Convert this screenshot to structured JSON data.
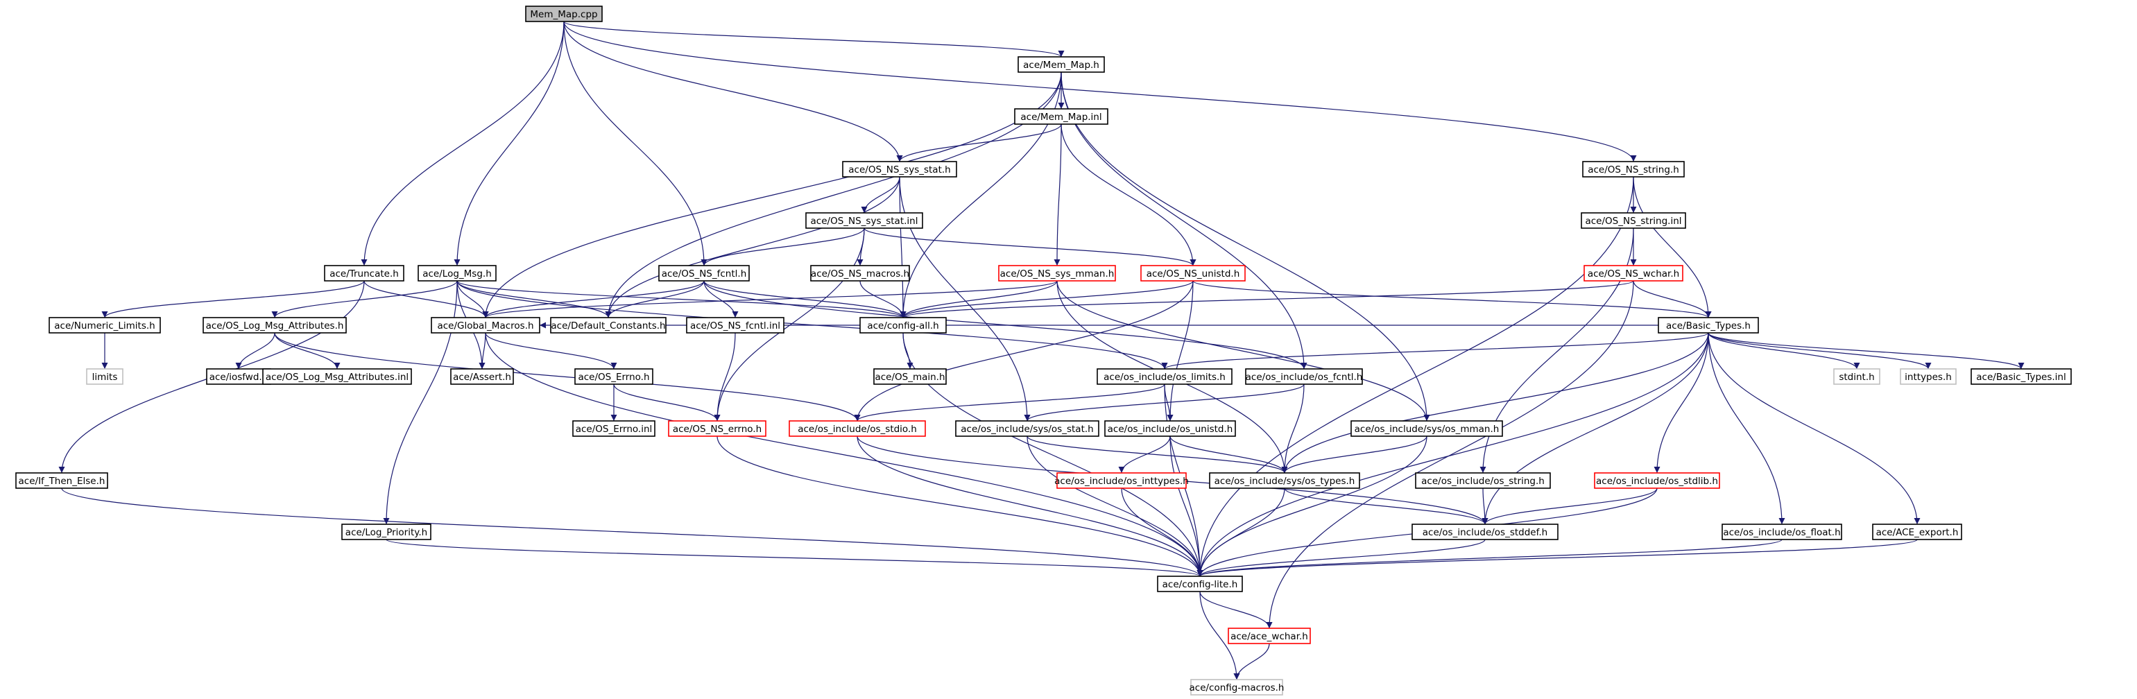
{
  "diagram": {
    "title": "Mem_Map.cpp include dependency graph",
    "edge_color": "#191970",
    "node_border_default": "#000000",
    "node_border_missing": "#ff0000",
    "node_border_system": "#bfbfbf",
    "root_fill": "#bfbfbf",
    "nodes": [
      {
        "id": "mem_map_cpp",
        "label": "Mem_Map.cpp",
        "style": "root"
      },
      {
        "id": "mem_map_h",
        "label": "ace/Mem_Map.h",
        "style": "normal"
      },
      {
        "id": "mem_map_inl",
        "label": "ace/Mem_Map.inl",
        "style": "normal"
      },
      {
        "id": "os_ns_sys_stat_h",
        "label": "ace/OS_NS_sys_stat.h",
        "style": "normal"
      },
      {
        "id": "os_ns_string_h",
        "label": "ace/OS_NS_string.h",
        "style": "normal"
      },
      {
        "id": "os_ns_sys_stat_inl",
        "label": "ace/OS_NS_sys_stat.inl",
        "style": "normal"
      },
      {
        "id": "os_ns_string_inl",
        "label": "ace/OS_NS_string.inl",
        "style": "normal"
      },
      {
        "id": "truncate_h",
        "label": "ace/Truncate.h",
        "style": "normal"
      },
      {
        "id": "log_msg_h",
        "label": "ace/Log_Msg.h",
        "style": "normal"
      },
      {
        "id": "os_ns_fcntl_h",
        "label": "ace/OS_NS_fcntl.h",
        "style": "normal"
      },
      {
        "id": "os_ns_macros_h",
        "label": "ace/OS_NS_macros.h",
        "style": "normal"
      },
      {
        "id": "os_ns_sys_mman_h",
        "label": "ace/OS_NS_sys_mman.h",
        "style": "missing"
      },
      {
        "id": "os_ns_unistd_h",
        "label": "ace/OS_NS_unistd.h",
        "style": "missing"
      },
      {
        "id": "os_ns_wchar_h",
        "label": "ace/OS_NS_wchar.h",
        "style": "missing"
      },
      {
        "id": "numeric_limits_h",
        "label": "ace/Numeric_Limits.h",
        "style": "normal"
      },
      {
        "id": "os_log_msg_attributes_h",
        "label": "ace/OS_Log_Msg_Attributes.h",
        "style": "normal"
      },
      {
        "id": "global_macros_h",
        "label": "ace/Global_Macros.h",
        "style": "normal"
      },
      {
        "id": "default_constants_h",
        "label": "ace/Default_Constants.h",
        "style": "normal"
      },
      {
        "id": "os_ns_fcntl_inl",
        "label": "ace/OS_NS_fcntl.inl",
        "style": "normal"
      },
      {
        "id": "config_all_h",
        "label": "ace/config-all.h",
        "style": "normal"
      },
      {
        "id": "basic_types_h",
        "label": "ace/Basic_Types.h",
        "style": "normal"
      },
      {
        "id": "limits",
        "label": "limits",
        "style": "system"
      },
      {
        "id": "iosfwd_h",
        "label": "ace/iosfwd.h",
        "style": "normal"
      },
      {
        "id": "os_log_msg_attributes_inl",
        "label": "ace/OS_Log_Msg_Attributes.inl",
        "style": "normal"
      },
      {
        "id": "assert_h",
        "label": "ace/Assert.h",
        "style": "normal"
      },
      {
        "id": "os_errno_h",
        "label": "ace/OS_Errno.h",
        "style": "normal"
      },
      {
        "id": "os_main_h",
        "label": "ace/OS_main.h",
        "style": "normal"
      },
      {
        "id": "os_include_os_limits_h",
        "label": "ace/os_include/os_limits.h",
        "style": "normal"
      },
      {
        "id": "os_include_os_fcntl_h",
        "label": "ace/os_include/os_fcntl.h",
        "style": "normal"
      },
      {
        "id": "stdint_h",
        "label": "stdint.h",
        "style": "system"
      },
      {
        "id": "inttypes_h",
        "label": "inttypes.h",
        "style": "system"
      },
      {
        "id": "basic_types_inl",
        "label": "ace/Basic_Types.inl",
        "style": "normal"
      },
      {
        "id": "os_errno_inl",
        "label": "ace/OS_Errno.inl",
        "style": "normal"
      },
      {
        "id": "os_ns_errno_h",
        "label": "ace/OS_NS_errno.h",
        "style": "missing"
      },
      {
        "id": "os_include_os_stdio_h",
        "label": "ace/os_include/os_stdio.h",
        "style": "missing"
      },
      {
        "id": "os_include_sys_os_stat_h",
        "label": "ace/os_include/sys/os_stat.h",
        "style": "normal"
      },
      {
        "id": "os_include_os_unistd_h",
        "label": "ace/os_include/os_unistd.h",
        "style": "normal"
      },
      {
        "id": "os_include_sys_os_mman_h",
        "label": "ace/os_include/sys/os_mman.h",
        "style": "normal"
      },
      {
        "id": "if_then_else_h",
        "label": "ace/If_Then_Else.h",
        "style": "normal"
      },
      {
        "id": "os_include_os_inttypes_h",
        "label": "ace/os_include/os_inttypes.h",
        "style": "missing"
      },
      {
        "id": "os_include_sys_os_types_h",
        "label": "ace/os_include/sys/os_types.h",
        "style": "normal"
      },
      {
        "id": "os_include_os_string_h",
        "label": "ace/os_include/os_string.h",
        "style": "normal"
      },
      {
        "id": "os_include_os_stdlib_h",
        "label": "ace/os_include/os_stdlib.h",
        "style": "missing"
      },
      {
        "id": "log_priority_h",
        "label": "ace/Log_Priority.h",
        "style": "normal"
      },
      {
        "id": "os_include_os_stddef_h",
        "label": "ace/os_include/os_stddef.h",
        "style": "normal"
      },
      {
        "id": "os_include_os_float_h",
        "label": "ace/os_include/os_float.h",
        "style": "normal"
      },
      {
        "id": "ace_export_h",
        "label": "ace/ACE_export.h",
        "style": "normal"
      },
      {
        "id": "config_lite_h",
        "label": "ace/config-lite.h",
        "style": "normal"
      },
      {
        "id": "ace_wchar_h",
        "label": "ace/ace_wchar.h",
        "style": "missing"
      },
      {
        "id": "config_macros_h",
        "label": "ace/config-macros.h",
        "style": "system"
      }
    ],
    "edges": [
      [
        "mem_map_cpp",
        "mem_map_h"
      ],
      [
        "mem_map_cpp",
        "os_ns_sys_stat_h"
      ],
      [
        "mem_map_cpp",
        "os_ns_fcntl_h"
      ],
      [
        "mem_map_cpp",
        "log_msg_h"
      ],
      [
        "mem_map_cpp",
        "truncate_h"
      ],
      [
        "mem_map_cpp",
        "os_ns_string_h"
      ],
      [
        "mem_map_h",
        "mem_map_inl"
      ],
      [
        "mem_map_h",
        "global_macros_h"
      ],
      [
        "mem_map_h",
        "default_constants_h"
      ],
      [
        "mem_map_h",
        "os_include_os_fcntl_h"
      ],
      [
        "mem_map_h",
        "config_all_h"
      ],
      [
        "mem_map_h",
        "os_include_sys_os_mman_h"
      ],
      [
        "mem_map_inl",
        "os_ns_sys_stat_h"
      ],
      [
        "mem_map_inl",
        "os_ns_sys_mman_h"
      ],
      [
        "mem_map_inl",
        "os_ns_unistd_h"
      ],
      [
        "os_ns_sys_stat_h",
        "os_ns_sys_stat_inl"
      ],
      [
        "os_ns_sys_stat_h",
        "config_all_h"
      ],
      [
        "os_ns_sys_stat_h",
        "default_constants_h"
      ],
      [
        "os_ns_sys_stat_h",
        "os_include_sys_os_stat_h"
      ],
      [
        "os_ns_sys_stat_inl",
        "os_ns_fcntl_h"
      ],
      [
        "os_ns_sys_stat_inl",
        "os_ns_macros_h"
      ],
      [
        "os_ns_sys_stat_inl",
        "os_ns_errno_h"
      ],
      [
        "os_ns_sys_stat_inl",
        "os_ns_unistd_h"
      ],
      [
        "os_ns_string_h",
        "os_ns_string_inl"
      ],
      [
        "os_ns_string_h",
        "basic_types_h"
      ],
      [
        "os_ns_string_h",
        "config_lite_h"
      ],
      [
        "os_ns_string_inl",
        "os_ns_wchar_h"
      ],
      [
        "os_ns_string_inl",
        "os_include_os_string_h"
      ],
      [
        "os_ns_wchar_h",
        "basic_types_h"
      ],
      [
        "os_ns_wchar_h",
        "config_all_h"
      ],
      [
        "os_ns_wchar_h",
        "ace_wchar_h"
      ],
      [
        "truncate_h",
        "global_macros_h"
      ],
      [
        "truncate_h",
        "numeric_limits_h"
      ],
      [
        "truncate_h",
        "if_then_else_h"
      ],
      [
        "log_msg_h",
        "global_macros_h"
      ],
      [
        "log_msg_h",
        "default_constants_h"
      ],
      [
        "log_msg_h",
        "os_log_msg_attributes_h"
      ],
      [
        "log_msg_h",
        "log_priority_h"
      ],
      [
        "log_msg_h",
        "assert_h"
      ],
      [
        "log_msg_h",
        "config_all_h"
      ],
      [
        "log_msg_h",
        "os_include_os_limits_h"
      ],
      [
        "os_ns_fcntl_h",
        "os_ns_fcntl_inl"
      ],
      [
        "os_ns_fcntl_h",
        "global_macros_h"
      ],
      [
        "os_ns_fcntl_h",
        "default_constants_h"
      ],
      [
        "os_ns_fcntl_h",
        "config_all_h"
      ],
      [
        "os_ns_fcntl_h",
        "os_include_os_fcntl_h"
      ],
      [
        "os_ns_macros_h",
        "config_all_h"
      ],
      [
        "os_ns_sys_mman_h",
        "config_all_h"
      ],
      [
        "os_ns_sys_mman_h",
        "global_macros_h"
      ],
      [
        "os_ns_sys_mman_h",
        "os_include_sys_os_mman_h"
      ],
      [
        "os_ns_sys_mman_h",
        "os_include_sys_os_types_h"
      ],
      [
        "os_ns_unistd_h",
        "basic_types_h"
      ],
      [
        "os_ns_unistd_h",
        "config_all_h"
      ],
      [
        "os_ns_unistd_h",
        "os_include_os_unistd_h"
      ],
      [
        "os_ns_unistd_h",
        "os_include_os_stdio_h"
      ],
      [
        "numeric_limits_h",
        "limits"
      ],
      [
        "os_log_msg_attributes_h",
        "iosfwd_h"
      ],
      [
        "os_log_msg_attributes_h",
        "os_log_msg_attributes_inl"
      ],
      [
        "os_log_msg_attributes_h",
        "os_include_os_stdio_h"
      ],
      [
        "global_macros_h",
        "assert_h"
      ],
      [
        "global_macros_h",
        "os_errno_h"
      ],
      [
        "global_macros_h",
        "config_lite_h"
      ],
      [
        "os_ns_fcntl_inl",
        "os_ns_errno_h"
      ],
      [
        "config_all_h",
        "os_main_h"
      ],
      [
        "config_all_h",
        "config_lite_h"
      ],
      [
        "basic_types_h",
        "os_include_os_limits_h"
      ],
      [
        "basic_types_h",
        "global_macros_h"
      ],
      [
        "basic_types_h",
        "stdint_h"
      ],
      [
        "basic_types_h",
        "inttypes_h"
      ],
      [
        "basic_types_h",
        "basic_types_inl"
      ],
      [
        "basic_types_h",
        "os_include_os_stdlib_h"
      ],
      [
        "basic_types_h",
        "os_include_os_float_h"
      ],
      [
        "basic_types_h",
        "ace_export_h"
      ],
      [
        "basic_types_h",
        "config_lite_h"
      ],
      [
        "basic_types_h",
        "os_include_sys_os_types_h"
      ],
      [
        "basic_types_h",
        "os_include_os_stddef_h"
      ],
      [
        "os_errno_h",
        "os_errno_inl"
      ],
      [
        "os_errno_h",
        "os_ns_errno_h"
      ],
      [
        "os_include_os_limits_h",
        "os_include_os_stdio_h"
      ],
      [
        "os_include_os_limits_h",
        "os_include_os_unistd_h"
      ],
      [
        "os_include_os_limits_h",
        "config_lite_h"
      ],
      [
        "os_include_os_fcntl_h",
        "os_include_sys_os_stat_h"
      ],
      [
        "os_include_os_fcntl_h",
        "os_include_sys_os_types_h"
      ],
      [
        "os_ns_errno_h",
        "config_lite_h"
      ],
      [
        "os_include_os_stdio_h",
        "config_lite_h"
      ],
      [
        "os_include_os_stdio_h",
        "os_include_os_stddef_h"
      ],
      [
        "os_include_sys_os_stat_h",
        "os_include_sys_os_types_h"
      ],
      [
        "os_include_sys_os_stat_h",
        "config_lite_h"
      ],
      [
        "os_include_os_unistd_h",
        "os_include_os_inttypes_h"
      ],
      [
        "os_include_os_unistd_h",
        "os_include_sys_os_types_h"
      ],
      [
        "os_include_os_unistd_h",
        "config_lite_h"
      ],
      [
        "os_include_sys_os_mman_h",
        "os_include_sys_os_types_h"
      ],
      [
        "os_include_sys_os_mman_h",
        "config_lite_h"
      ],
      [
        "if_then_else_h",
        "config_lite_h"
      ],
      [
        "os_include_os_inttypes_h",
        "config_lite_h"
      ],
      [
        "os_include_sys_os_types_h",
        "os_include_os_stddef_h"
      ],
      [
        "os_include_sys_os_types_h",
        "config_lite_h"
      ],
      [
        "os_include_os_string_h",
        "os_include_os_stddef_h"
      ],
      [
        "os_include_os_stdlib_h",
        "os_include_os_stddef_h"
      ],
      [
        "os_include_os_stdlib_h",
        "config_lite_h"
      ],
      [
        "log_priority_h",
        "config_lite_h"
      ],
      [
        "os_include_os_stddef_h",
        "config_lite_h"
      ],
      [
        "os_include_os_float_h",
        "config_lite_h"
      ],
      [
        "ace_export_h",
        "config_lite_h"
      ],
      [
        "config_lite_h",
        "ace_wchar_h"
      ],
      [
        "config_lite_h",
        "config_macros_h"
      ],
      [
        "ace_wchar_h",
        "config_macros_h"
      ]
    ]
  }
}
